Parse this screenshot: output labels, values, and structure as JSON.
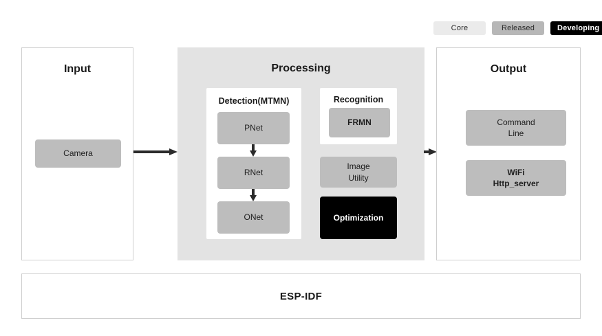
{
  "legend": {
    "items": [
      {
        "label": "Core",
        "color": "#ebebeb",
        "text_color": "#2b2b2b"
      },
      {
        "label": "Released",
        "color": "#b7b7b7",
        "text_color": "#2b2b2b"
      },
      {
        "label": "Developing",
        "color": "#000000",
        "text_color": "#ffffff"
      }
    ]
  },
  "input": {
    "title": "Input",
    "boxes": [
      {
        "label": "Camera",
        "status": "Released",
        "color": "#bdbdbd"
      }
    ]
  },
  "processing": {
    "title": "Processing",
    "background": "#e3e3e3",
    "detection": {
      "title": "Detection(MTMN)",
      "boxes": [
        {
          "label": "PNet",
          "status": "Released",
          "color": "#bdbdbd"
        },
        {
          "label": "RNet",
          "status": "Released",
          "color": "#bdbdbd"
        },
        {
          "label": "ONet",
          "status": "Released",
          "color": "#bdbdbd"
        }
      ],
      "flow": [
        "PNet",
        "RNet",
        "ONet"
      ]
    },
    "recognition": {
      "title": "Recognition",
      "boxes": [
        {
          "label": "FRMN",
          "status": "Released",
          "color": "#bdbdbd"
        }
      ]
    },
    "extras": [
      {
        "label": "Image\nUtility",
        "line1": "Image",
        "line2": "Utility",
        "status": "Released",
        "color": "#bdbdbd"
      },
      {
        "label": "Optimization",
        "status": "Developing",
        "color": "#000000"
      }
    ]
  },
  "output": {
    "title": "Output",
    "boxes": [
      {
        "line1": "Command",
        "line2": "Line",
        "status": "Released",
        "color": "#bdbdbd"
      },
      {
        "line1": "WiFi",
        "line2": "Http_server",
        "status": "Released",
        "color": "#bdbdbd"
      }
    ]
  },
  "footer": {
    "label": "ESP-IDF"
  },
  "flow_arrows": [
    {
      "from": "Input",
      "to": "Processing"
    },
    {
      "from": "Processing",
      "to": "Output"
    },
    {
      "from": "PNet",
      "to": "RNet"
    },
    {
      "from": "RNet",
      "to": "ONet"
    }
  ]
}
